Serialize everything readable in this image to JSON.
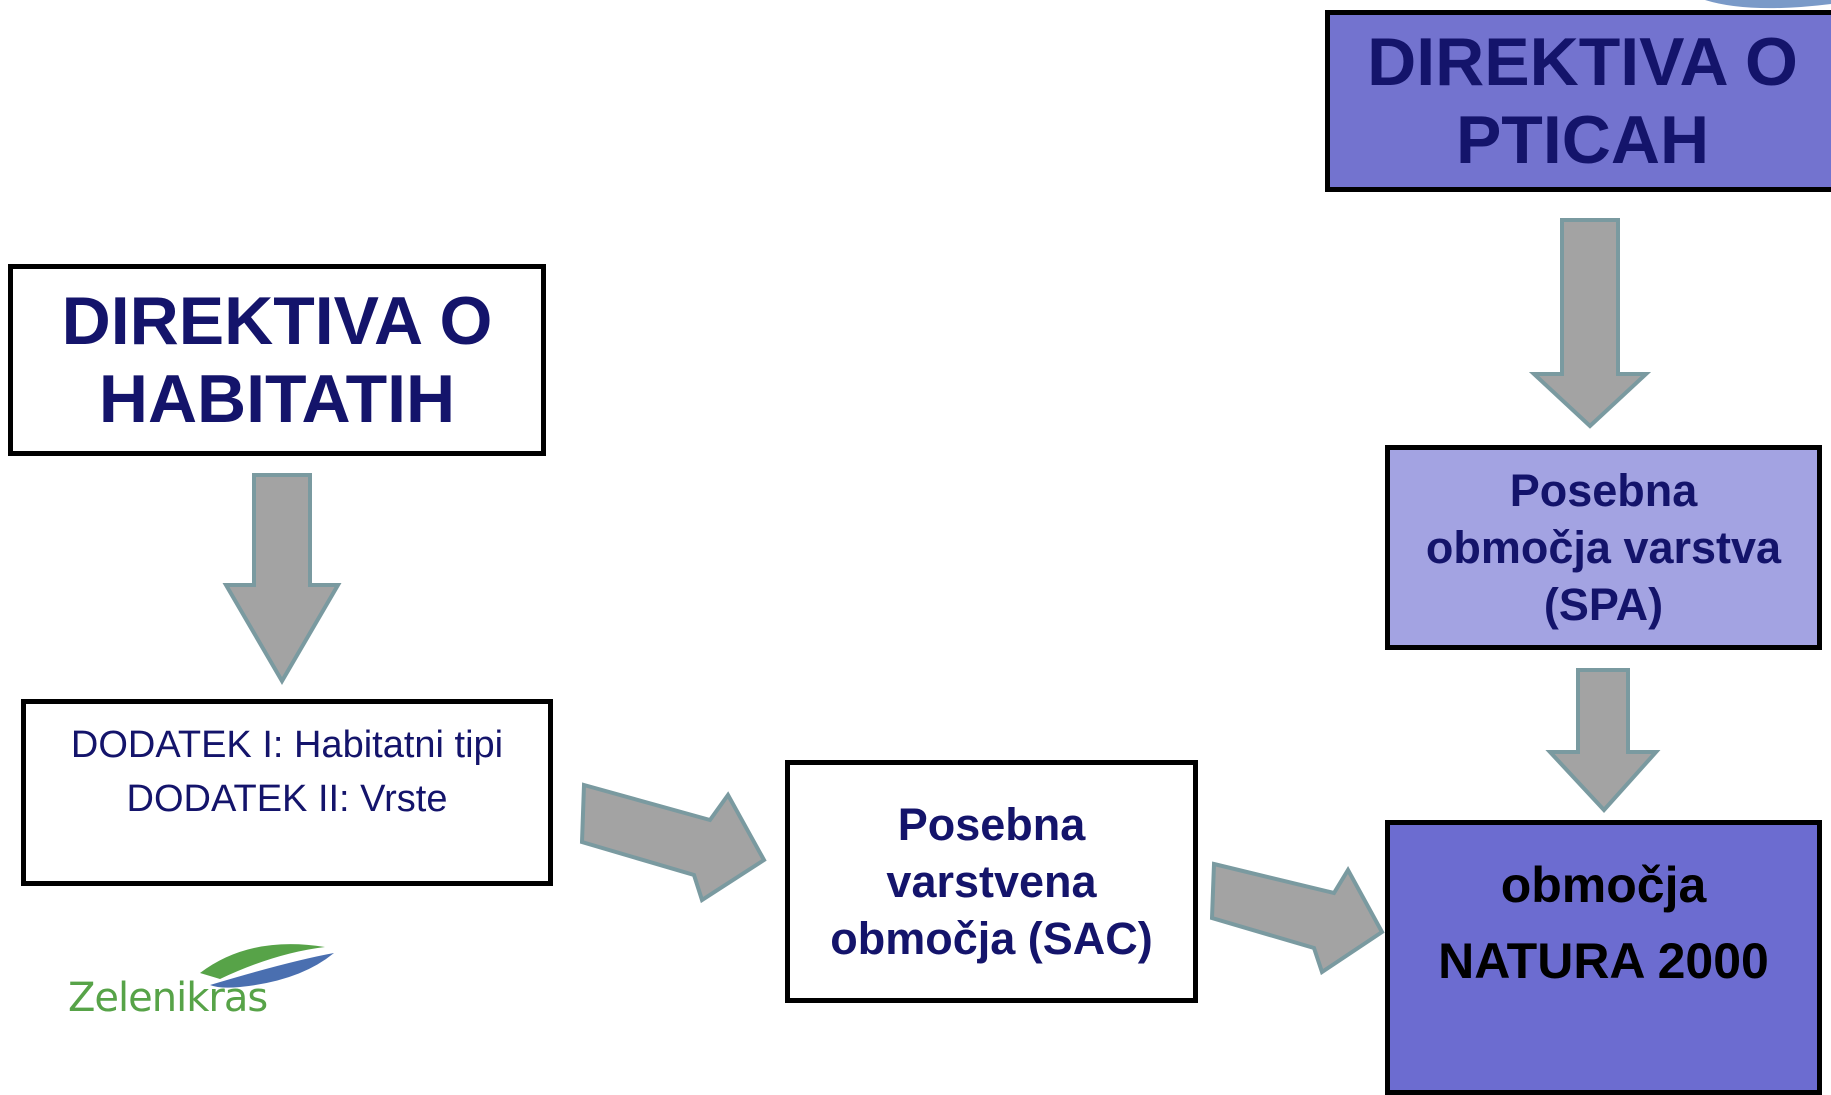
{
  "diagram": {
    "habitats_directive": {
      "lines": [
        "DIREKTIVA O",
        "HABITATIH"
      ]
    },
    "birds_directive": {
      "lines": [
        "DIREKTIVA O",
        "PTICAH"
      ]
    },
    "annexes": {
      "lines": [
        "DODATEK I: Habitatni tipi",
        "DODATEK II: Vrste"
      ]
    },
    "sac": {
      "lines": [
        "Posebna",
        "varstvena",
        "območja (SAC)"
      ]
    },
    "spa": {
      "lines": [
        "Posebna",
        "območja varstva",
        "(SPA)"
      ]
    },
    "natura": {
      "lines": [
        "območja",
        "NATURA 2000"
      ]
    }
  },
  "logo": {
    "part1": "Zeleni",
    "part2": "kras"
  },
  "colors": {
    "text_navy": "#14146b",
    "birds_box": "#7373cf",
    "spa_box": "#a3a3e2",
    "natura_box": "#6c6cd0",
    "arrow_fill": "#a3a3a3",
    "arrow_stroke": "#7a9aa0",
    "logo_green": "#57a348",
    "logo_blue": "#4a6fb0"
  }
}
